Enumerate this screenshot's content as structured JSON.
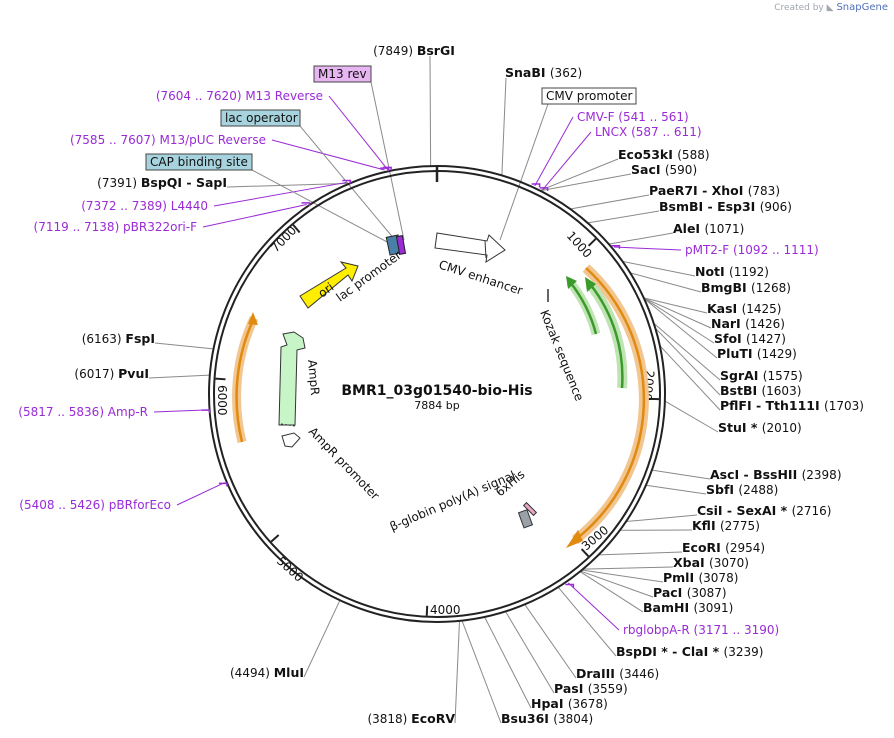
{
  "watermark": {
    "prefix": "Created by",
    "brand": "SnapGene"
  },
  "plasmid": {
    "name": "BMR1_03g01540-bio-His",
    "size_label": "7884 bp",
    "length": 7884
  },
  "colors": {
    "backbone": "#222222",
    "primer": "#9a2bd6",
    "ori": "#ffee00",
    "ampr": "#c8f5c8",
    "orf_orange": "#f0a030",
    "orf_green": "#3a9a2a",
    "cds_gray": "#888888",
    "callout_blue": "#a7d3de",
    "callout_pink": "#e7b6f2"
  },
  "ticks": [
    "1000",
    "2000",
    "3000",
    "4000",
    "5000",
    "6000",
    "7000"
  ],
  "sites": [
    {
      "name": "BsrGI",
      "pos": "(7849)"
    },
    {
      "name": "SnaBI",
      "pos": "(362)"
    },
    {
      "name": "Eco53kI",
      "pos": "(588)"
    },
    {
      "name": "SacI",
      "pos": "(590)"
    },
    {
      "name": "PaeR7I - XhoI",
      "pos": "(783)"
    },
    {
      "name": "BsmBI - Esp3I",
      "pos": "(906)"
    },
    {
      "name": "AleI",
      "pos": "(1071)"
    },
    {
      "name": "NotI",
      "pos": "(1192)"
    },
    {
      "name": "BmgBI",
      "pos": "(1268)"
    },
    {
      "name": "KasI",
      "pos": "(1425)"
    },
    {
      "name": "NarI",
      "pos": "(1426)"
    },
    {
      "name": "SfoI",
      "pos": "(1427)"
    },
    {
      "name": "PluTI",
      "pos": "(1429)"
    },
    {
      "name": "SgrAI",
      "pos": "(1575)"
    },
    {
      "name": "BstBI",
      "pos": "(1603)"
    },
    {
      "name": "PflFI - Tth111I",
      "pos": "(1703)"
    },
    {
      "name": "StuI *",
      "pos": "(2010)"
    },
    {
      "name": "AscI - BssHII",
      "pos": "(2398)"
    },
    {
      "name": "SbfI",
      "pos": "(2488)"
    },
    {
      "name": "CsiI - SexAI *",
      "pos": "(2716)"
    },
    {
      "name": "KflI",
      "pos": "(2775)"
    },
    {
      "name": "EcoRI",
      "pos": "(2954)"
    },
    {
      "name": "XbaI",
      "pos": "(3070)"
    },
    {
      "name": "PmlI",
      "pos": "(3078)"
    },
    {
      "name": "PacI",
      "pos": "(3087)"
    },
    {
      "name": "BamHI",
      "pos": "(3091)"
    },
    {
      "name": "BspDI * - ClaI *",
      "pos": "(3239)"
    },
    {
      "name": "DraIII",
      "pos": "(3446)"
    },
    {
      "name": "PasI",
      "pos": "(3559)"
    },
    {
      "name": "HpaI",
      "pos": "(3678)"
    },
    {
      "name": "Bsu36I",
      "pos": "(3804)"
    },
    {
      "name": "EcoRV",
      "pos": "(3818)"
    },
    {
      "name": "MluI",
      "pos": "(4494)"
    },
    {
      "name": "PvuI",
      "pos": "(6017)"
    },
    {
      "name": "FspI",
      "pos": "(6163)"
    },
    {
      "name": "BspQI - SapI",
      "pos": "(7391)"
    }
  ],
  "primers": [
    {
      "name": "M13 Reverse",
      "range": "(7604 .. 7620)"
    },
    {
      "name": "M13/pUC Reverse",
      "range": "(7585 .. 7607)"
    },
    {
      "name": "L4440",
      "range": "(7372 .. 7389)"
    },
    {
      "name": "pBR322ori-F",
      "range": "(7119 .. 7138)"
    },
    {
      "name": "CMV-F",
      "range": "(541 .. 561)"
    },
    {
      "name": "LNCX",
      "range": "(587 .. 611)"
    },
    {
      "name": "pMT2-F",
      "range": "(1092 .. 1111)"
    },
    {
      "name": "rbglobpA-R",
      "range": "(3171 .. 3190)"
    },
    {
      "name": "Amp-R",
      "range": "(5817 .. 5836)"
    },
    {
      "name": "pBRforEco",
      "range": "(5408 .. 5426)"
    }
  ],
  "callouts": {
    "m13_rev": "M13 rev",
    "lac_operator": "lac operator",
    "cap_site": "CAP binding site",
    "cmv_promoter": "CMV promoter"
  },
  "features": {
    "ori": "ori",
    "lac_promoter": "lac promoter",
    "cmv_enhancer": "CMV enhancer",
    "kozak": "Kozak sequence",
    "ampr": "AmpR",
    "ampr_promoter": "AmpR promoter",
    "his": "6xHis",
    "globin": "β-globin poly(A) signal"
  }
}
